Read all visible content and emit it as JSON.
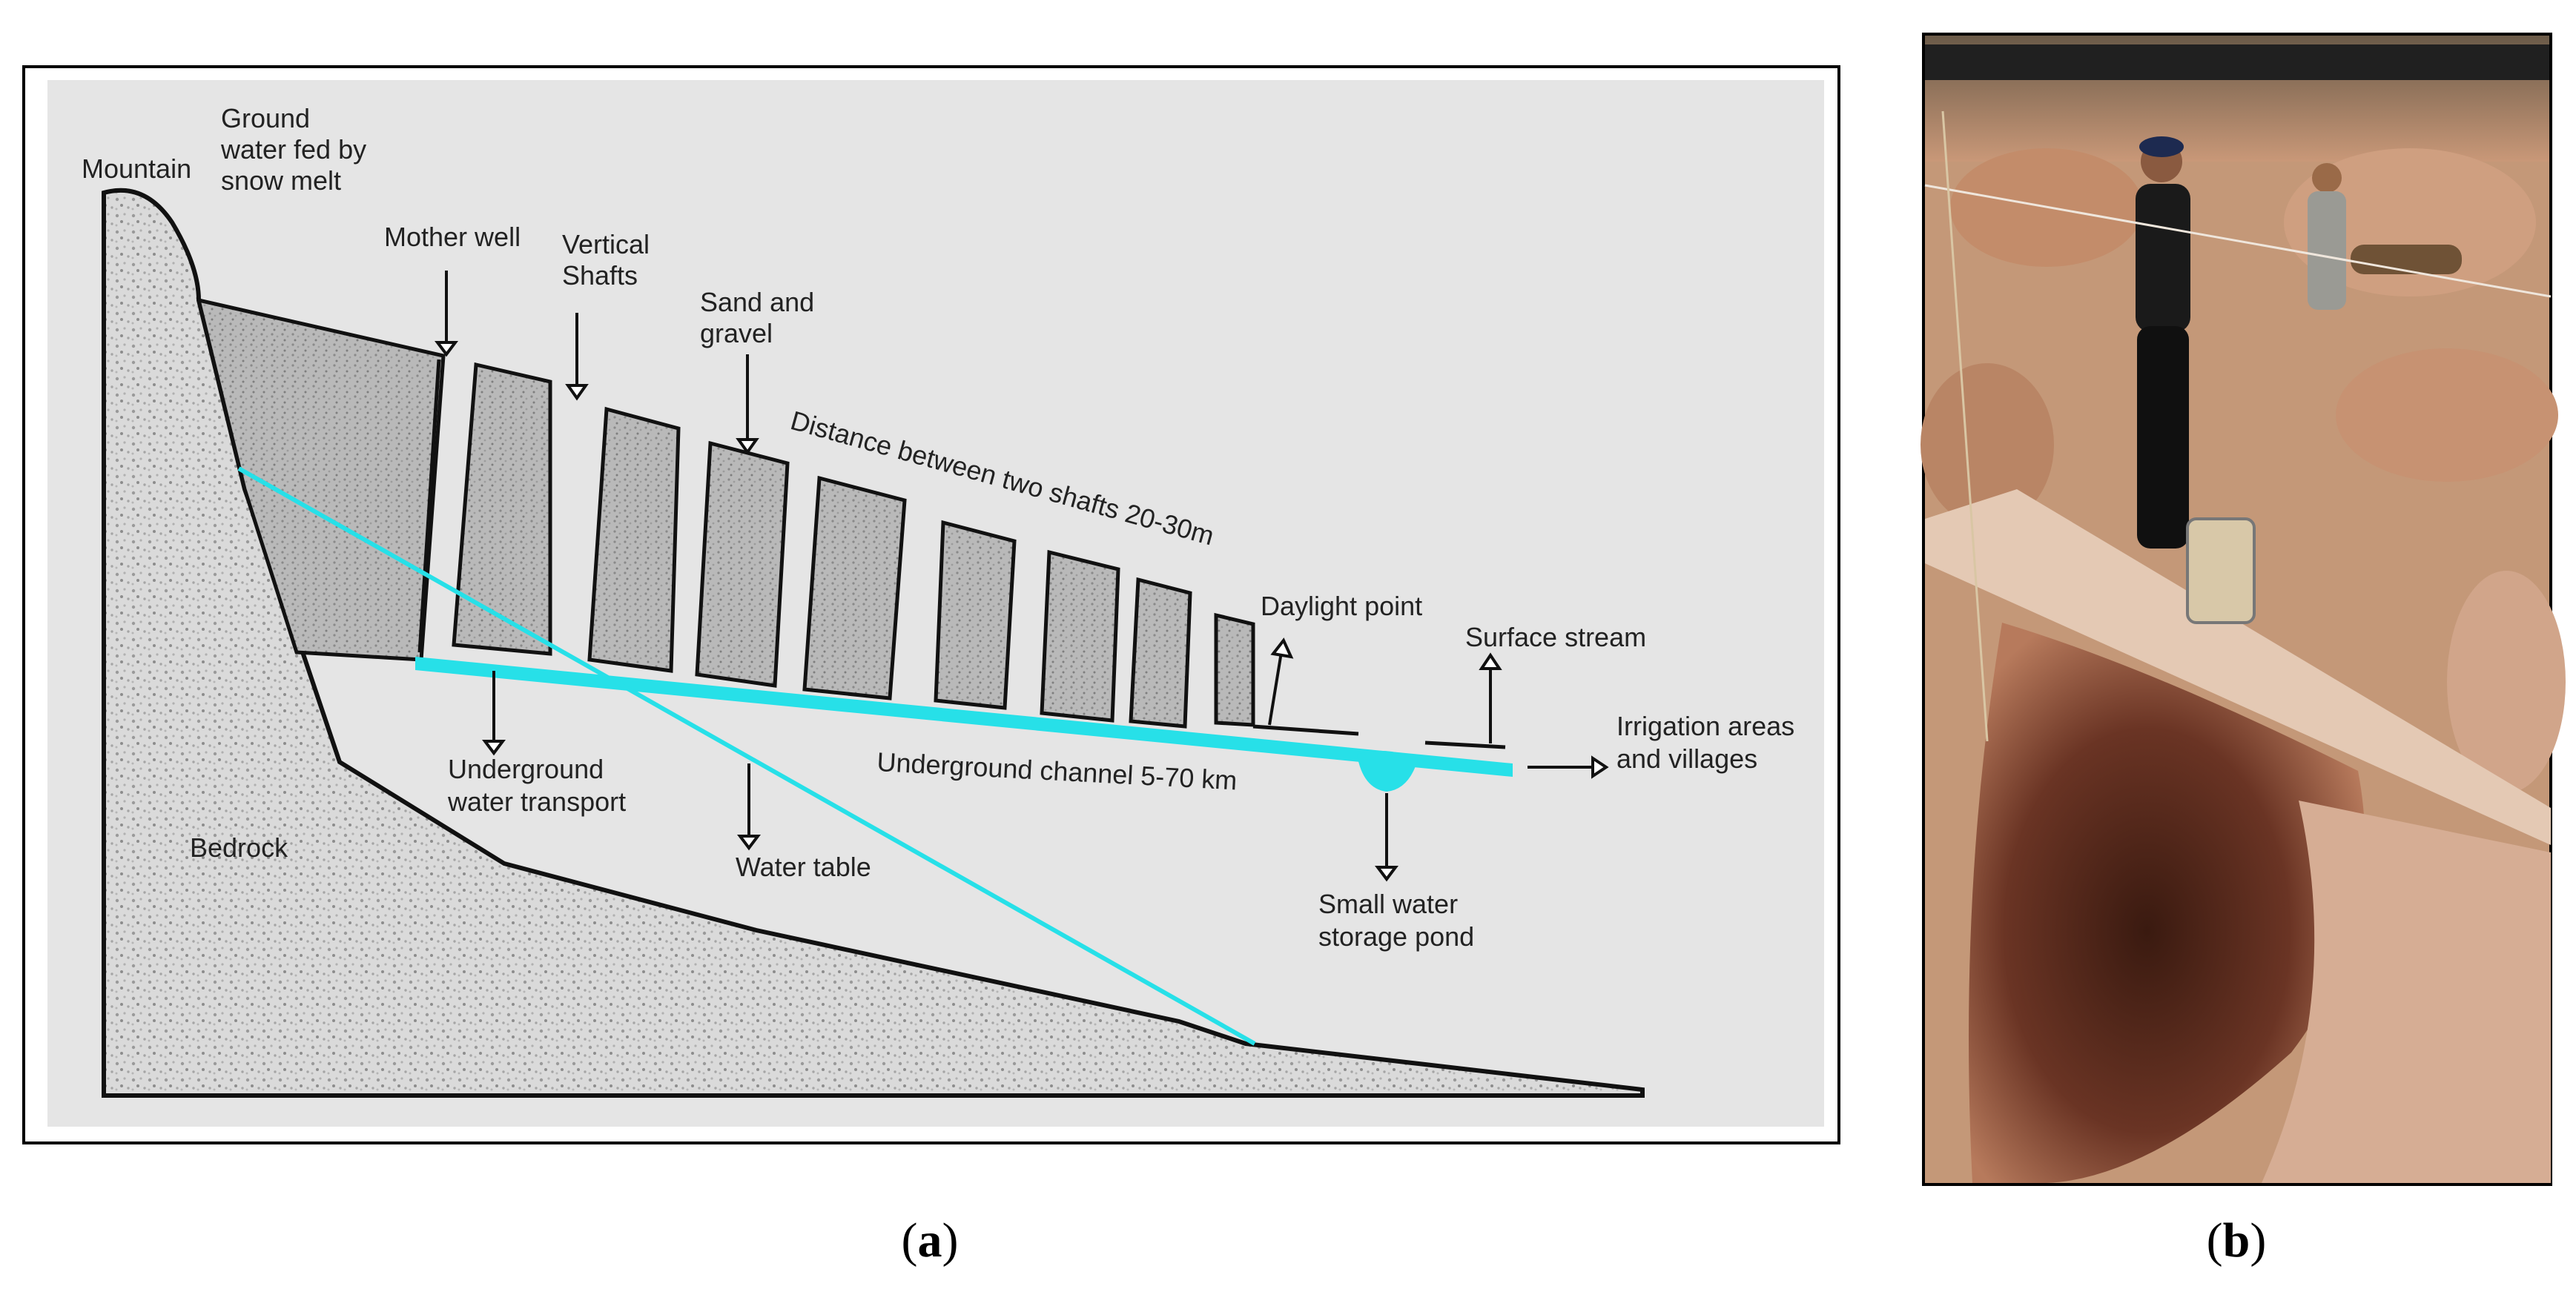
{
  "panel_a": {
    "caption_open": "(",
    "caption_letter": "a",
    "caption_close": ")",
    "labels": {
      "mountain": "Mountain",
      "ground_water_1": "Ground",
      "ground_water_2": "water fed by",
      "ground_water_3": "snow melt",
      "mother_well": "Mother well",
      "vertical_1": "Vertical",
      "vertical_2": "Shafts",
      "sand_1": "Sand and",
      "sand_2": "gravel",
      "distance": "Distance between two shafts 20-30m",
      "daylight": "Daylight point",
      "surface_stream": "Surface stream",
      "irrigation_1": "Irrigation areas",
      "irrigation_2": "and villages",
      "underground_transport_1": "Underground",
      "underground_transport_2": "water transport",
      "underground_channel": "Underground channel 5-70 km",
      "bedrock": "Bedrock",
      "water_table": "Water table",
      "pond_1": "Small water",
      "pond_2": "storage pond"
    },
    "colors": {
      "water": "#27e0e8",
      "diagram_bg": "#e5e5e5",
      "stipple": "#d2d2d2",
      "outline": "#111111"
    }
  },
  "panel_b": {
    "caption_open": "(",
    "caption_letter": "b",
    "caption_close": ")",
    "photo_subject": "photo-of-workers-at-qanat-shaft"
  }
}
